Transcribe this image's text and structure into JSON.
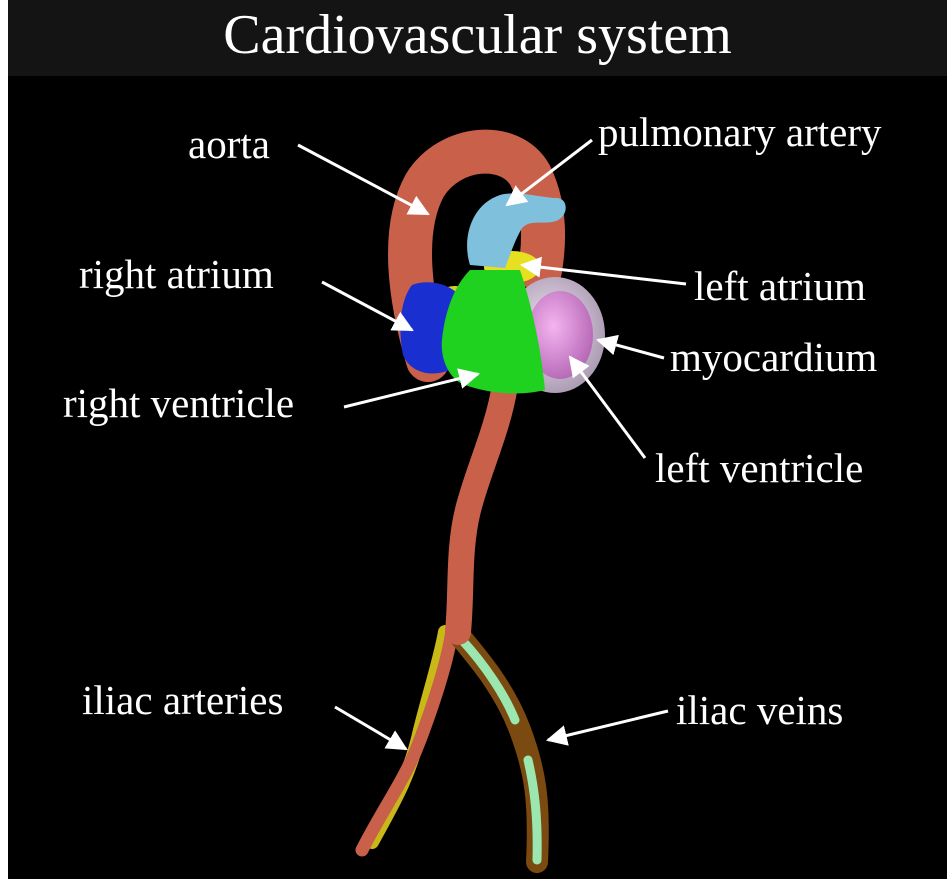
{
  "title": "Cardiovascular system",
  "labels": {
    "aorta": "aorta",
    "pulmonary_artery": "pulmonary artery",
    "right_atrium": "right atrium",
    "left_atrium": "left atrium",
    "myocardium": "myocardium",
    "right_ventricle": "right ventricle",
    "left_ventricle": "left ventricle",
    "iliac_arteries": "iliac arteries",
    "iliac_veins": "iliac veins"
  },
  "colors": {
    "background": "#000000",
    "title_bar": "#141414",
    "text": "#ffffff",
    "aorta": "#c8604a",
    "pulmonary_artery": "#7fc0dc",
    "right_atrium": "#1a2fd0",
    "left_atrium": "#e6e020",
    "right_ventricle": "#1fd21f",
    "left_ventricle": "#e38be0",
    "myocardium": "#ddd0e6",
    "iliac_veins": "#9ce6b0"
  }
}
